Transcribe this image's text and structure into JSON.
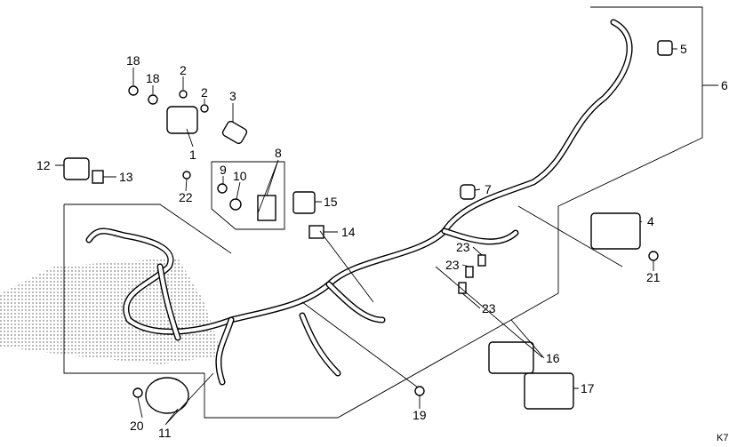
{
  "diagram": {
    "code": "K7",
    "callouts": [
      {
        "id": "c18a",
        "text": "18"
      },
      {
        "id": "c18b",
        "text": "18"
      },
      {
        "id": "c2a",
        "text": "2"
      },
      {
        "id": "c2b",
        "text": "2"
      },
      {
        "id": "c3",
        "text": "3"
      },
      {
        "id": "c1",
        "text": "1"
      },
      {
        "id": "c12",
        "text": "12"
      },
      {
        "id": "c13",
        "text": "13"
      },
      {
        "id": "c9",
        "text": "9"
      },
      {
        "id": "c10",
        "text": "10"
      },
      {
        "id": "c8",
        "text": "8"
      },
      {
        "id": "c22",
        "text": "22"
      },
      {
        "id": "c15",
        "text": "15"
      },
      {
        "id": "c7",
        "text": "7"
      },
      {
        "id": "c14",
        "text": "14"
      },
      {
        "id": "c5",
        "text": "5"
      },
      {
        "id": "c6",
        "text": "6"
      },
      {
        "id": "c4",
        "text": "4"
      },
      {
        "id": "c21",
        "text": "21"
      },
      {
        "id": "c23a",
        "text": "23"
      },
      {
        "id": "c23b",
        "text": "23"
      },
      {
        "id": "c23c",
        "text": "23"
      },
      {
        "id": "c16",
        "text": "16"
      },
      {
        "id": "c17",
        "text": "17"
      },
      {
        "id": "c19",
        "text": "19"
      },
      {
        "id": "c20",
        "text": "20"
      },
      {
        "id": "c11",
        "text": "11"
      }
    ]
  }
}
